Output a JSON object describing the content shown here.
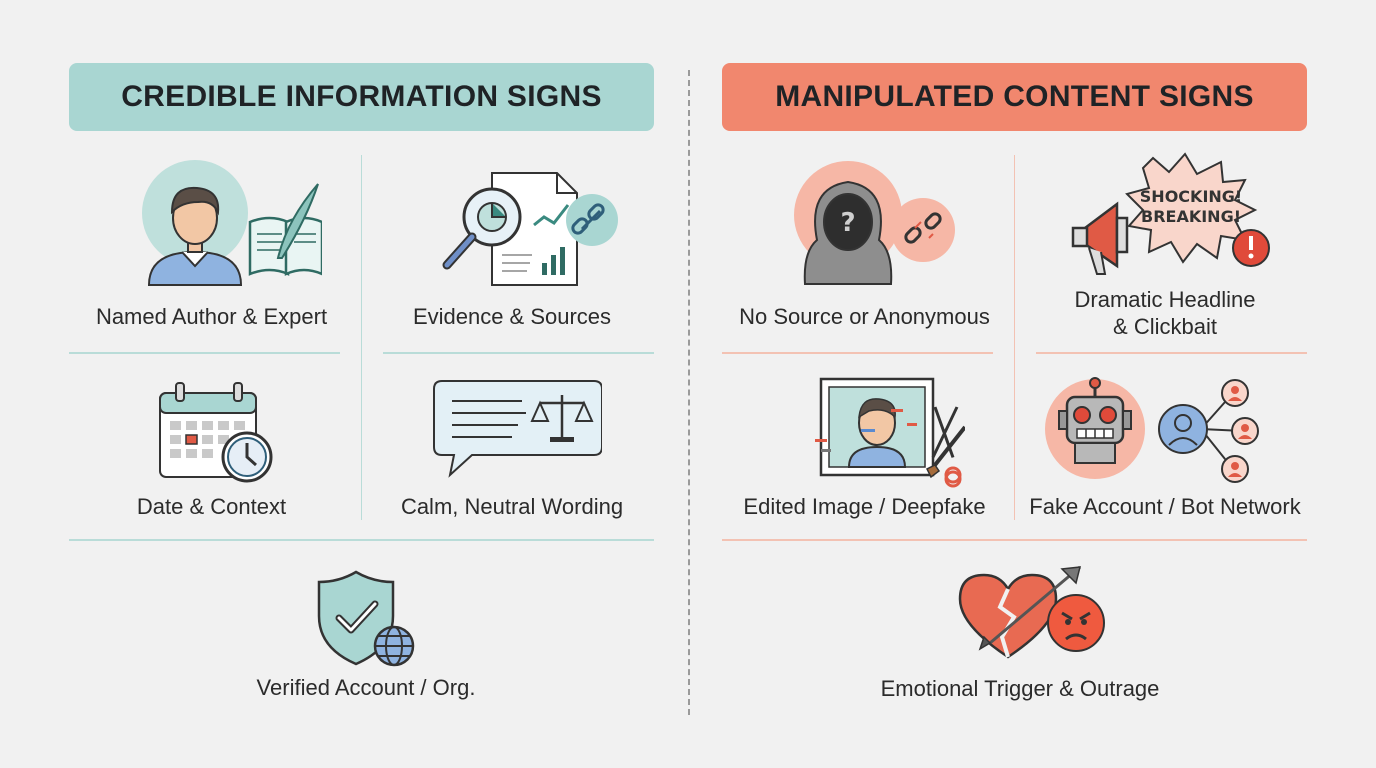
{
  "credible": {
    "title": "CREDIBLE INFORMATION SIGNS",
    "color": "#a9d6d2",
    "items": [
      {
        "label": "Named Author & Expert",
        "icon": "author-book-icon"
      },
      {
        "label": "Evidence & Sources",
        "icon": "evidence-document-icon"
      },
      {
        "label": "Date & Context",
        "icon": "calendar-clock-icon"
      },
      {
        "label": "Calm, Neutral Wording",
        "icon": "speech-balance-icon"
      },
      {
        "label": "Verified Account / Org.",
        "icon": "shield-check-globe-icon"
      }
    ]
  },
  "manipulated": {
    "title": "MANIPULATED CONTENT SIGNS",
    "color": "#f1876e",
    "items": [
      {
        "label": "No Source or Anonymous",
        "icon": "hooded-anonymous-icon"
      },
      {
        "label_line1": "Dramatic Headline",
        "label_line2": "& Clickbait",
        "icon": "megaphone-burst-icon",
        "burst_line1": "SHOCKING!",
        "burst_line2": "BREAKING!"
      },
      {
        "label": "Edited Image / Deepfake",
        "icon": "deepfake-portrait-icon"
      },
      {
        "label": "Fake Account / Bot Network",
        "icon": "robot-network-icon"
      },
      {
        "label": "Emotional Trigger & Outrage",
        "icon": "broken-heart-angry-icon"
      }
    ]
  }
}
